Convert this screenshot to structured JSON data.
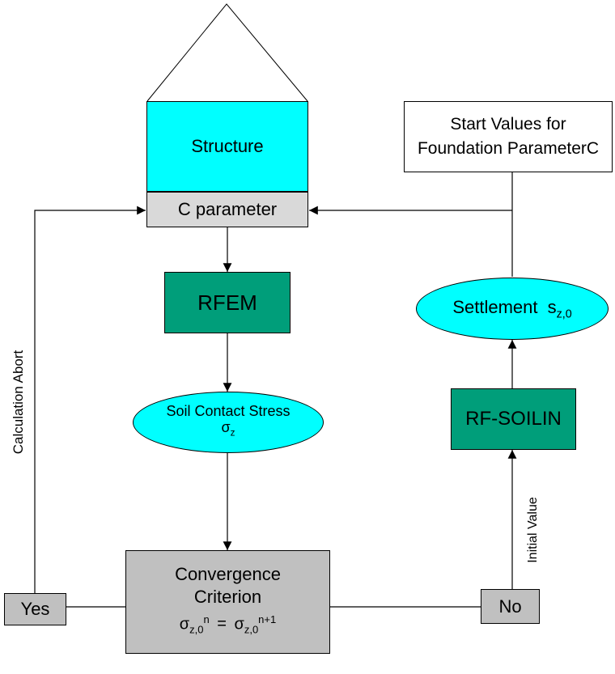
{
  "nodes": {
    "structure": "Structure",
    "c_parameter": "C parameter",
    "start_values_line1": "Start Values for",
    "start_values_line2": "Foundation ParameterC",
    "rfem": "RFEM",
    "settlement": "Settlement",
    "settlement_symbol": "s",
    "settlement_sub": "z,0",
    "soil_contact_stress": "Soil Contact Stress",
    "sigma": "σ",
    "sigma_sub_z": "z",
    "rf_soilin": "RF-SOILIN",
    "convergence_line1": "Convergence",
    "convergence_line2": "Criterion",
    "formula_left_sub": "z,0",
    "formula_left_sup": "n",
    "formula_eq": "=",
    "formula_right_sub": "z,0",
    "formula_right_sup": "n+1",
    "yes": "Yes",
    "no": "No"
  },
  "edge_labels": {
    "calculation_abort": "Calculation Abort",
    "initial_value": "Initial Value"
  },
  "colors": {
    "structure_fill": "#00ffff",
    "process_fill": "#009e7a",
    "gray_fill": "#c0c0c0",
    "param_fill": "#d9d9d9",
    "ellipse_fill": "#00ffff"
  }
}
